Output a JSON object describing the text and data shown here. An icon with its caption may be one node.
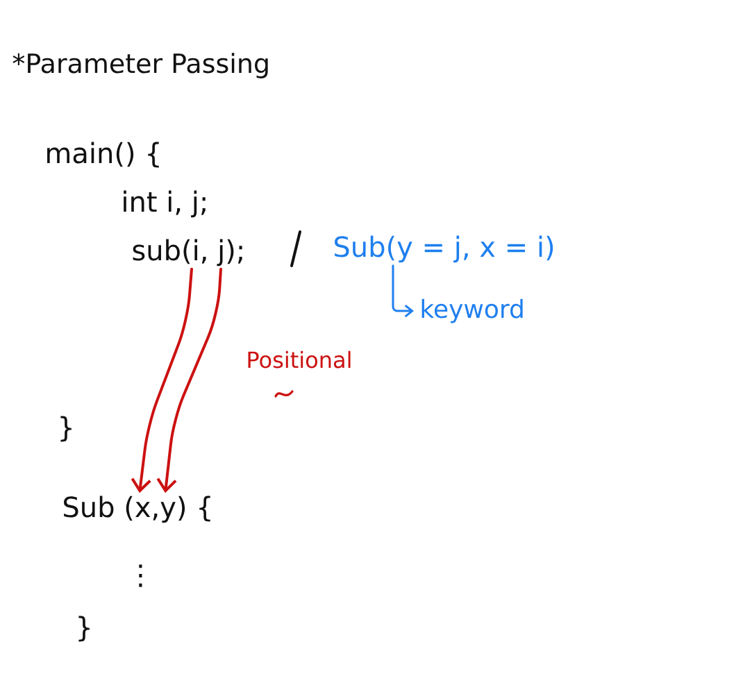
{
  "diagram": {
    "title": "*Parameter Passing",
    "nodes": [
      {
        "text": [
          "sub(i, j);"
        ]
      },
      {
        "text": [
          "Sub(y = j, x = i)"
        ]
      },
      {
        "text": [
          "keyword"
        ]
      },
      {
        "text": [
          "Sub (x,y) {"
        ]
      }
    ],
    "edges": [
      {
        "from": 0,
        "to": 3,
        "arrow": "to",
        "color": "#cc1111"
      },
      {
        "from": 0,
        "to": 3,
        "arrow": "to",
        "color": "#cc1111"
      },
      {
        "from": 1,
        "to": 2,
        "arrow": "to",
        "color": "#1e7fef"
      }
    ],
    "labels": [
      "main() {",
      "int i, j;",
      "Positional",
      "}",
      "⋮",
      "}"
    ]
  }
}
